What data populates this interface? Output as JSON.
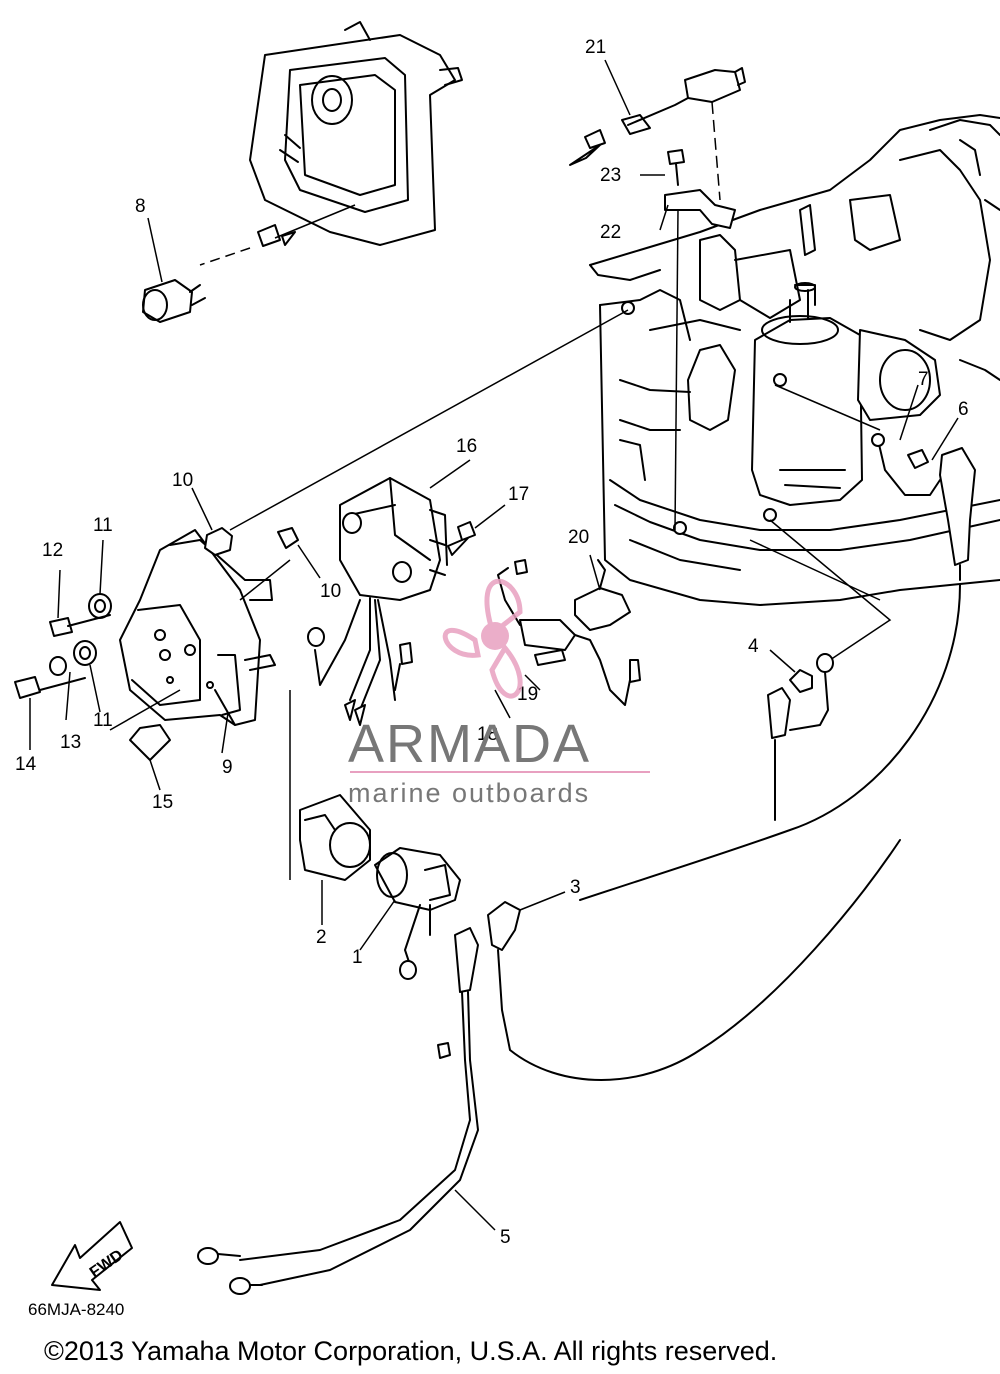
{
  "callouts": {
    "n1": "1",
    "n2": "2",
    "n3": "3",
    "n4": "4",
    "n5": "5",
    "n6": "6",
    "n7": "7",
    "n8": "8",
    "n9": "9",
    "n10a": "10",
    "n10b": "10",
    "n11a": "11",
    "n11b": "11",
    "n12": "12",
    "n13": "13",
    "n14": "14",
    "n15": "15",
    "n16": "16",
    "n17": "17",
    "n18": "18",
    "n19": "19",
    "n20": "20",
    "n21": "21",
    "n22": "22",
    "n23": "23"
  },
  "diagram_code": "66MJA-8240",
  "fwd_label": "FWD",
  "watermark": {
    "brand": "ARMADA",
    "tagline": "marine outboards",
    "accent_color": "#e8a0c0"
  },
  "copyright": "©2013 Yamaha Motor Corporation, U.S.A. All rights reserved."
}
